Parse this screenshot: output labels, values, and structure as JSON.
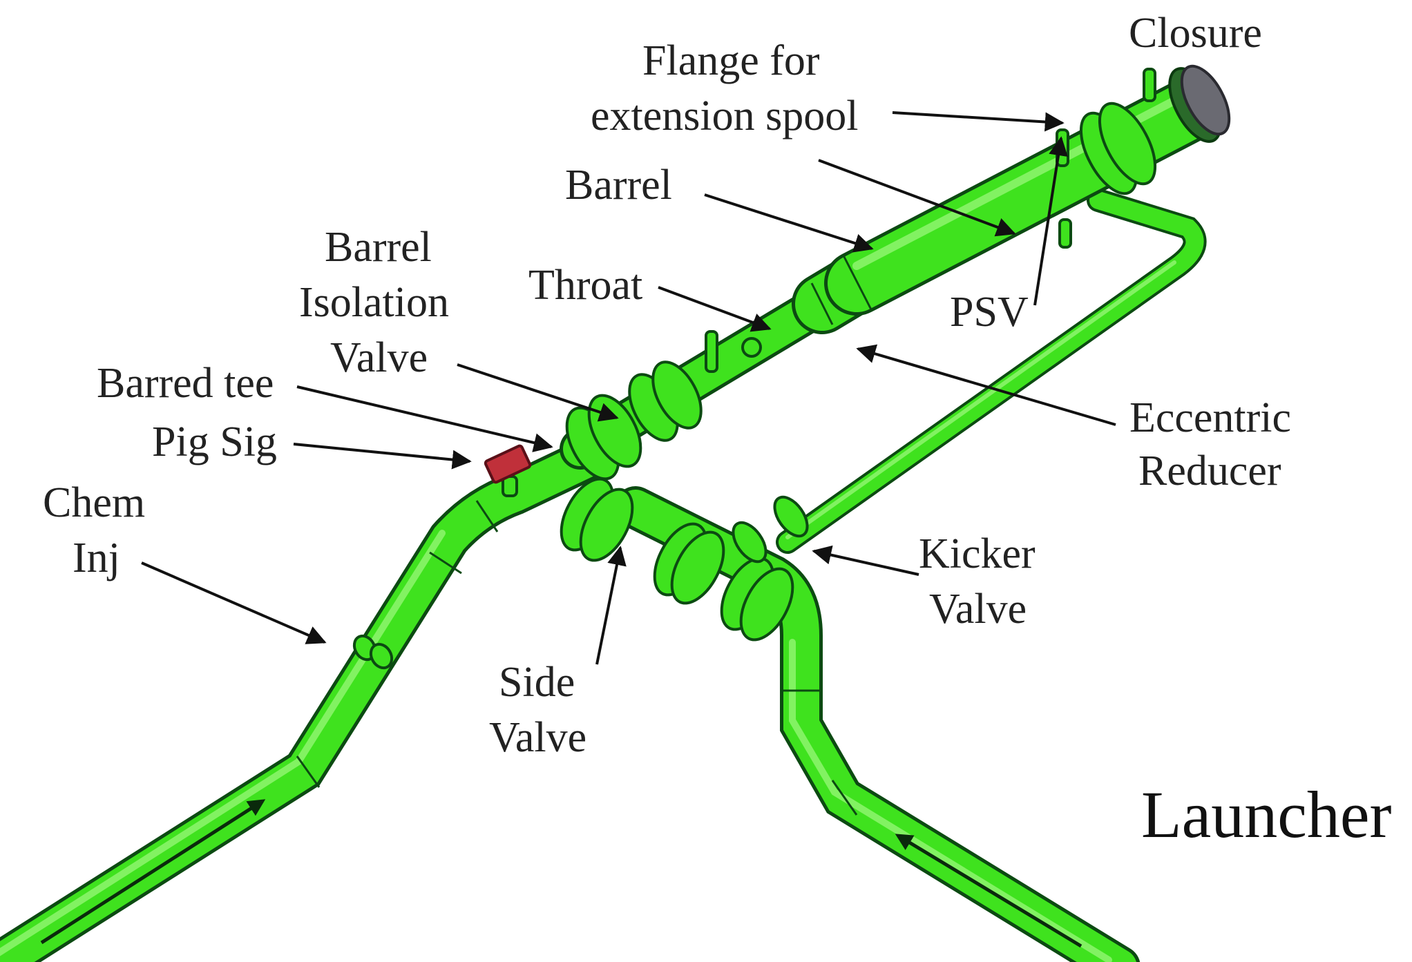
{
  "diagram": {
    "title": "Launcher",
    "colors": {
      "pipe": "#3fe21e",
      "pipe_shadow": "#0c4a12",
      "pig_signaller": "#c0303a",
      "text": "#222222"
    },
    "labels": {
      "closure": "Closure",
      "flange_line1": "Flange for",
      "flange_line2": "extension spool",
      "barrel": "Barrel",
      "barrel_isolation_line1": "Barrel",
      "barrel_isolation_line2": "Isolation",
      "barrel_isolation_line3": "Valve",
      "throat": "Throat",
      "psv": "PSV",
      "barred_tee": "Barred tee",
      "pig_sig": "Pig Sig",
      "chem_inj_line1": "Chem",
      "chem_inj_line2": "Inj",
      "eccentric_line1": "Eccentric",
      "eccentric_line2": "Reducer",
      "kicker_line1": "Kicker",
      "kicker_line2": "Valve",
      "side_line1": "Side",
      "side_line2": "Valve"
    }
  }
}
